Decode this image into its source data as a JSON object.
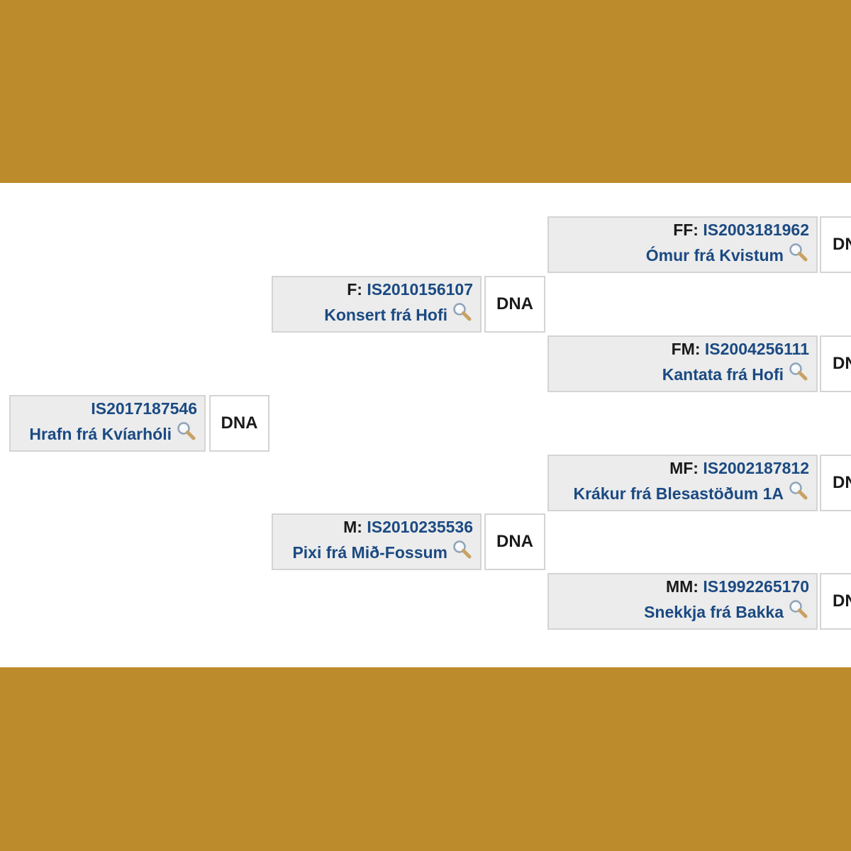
{
  "colors": {
    "frame": "#bc8b2b",
    "link": "#1b4a82",
    "card_bg": "#ececec",
    "card_border": "#d4d4d4"
  },
  "icons": {
    "lookup": "magnifier-icon"
  },
  "subject": {
    "reg": "IS2017187546",
    "name": "Hrafn frá Kvíarhóli",
    "dna": "DNA"
  },
  "sire": {
    "rel": "F:",
    "reg": "IS2010156107",
    "name": "Konsert frá Hofi",
    "dna": "DNA"
  },
  "dam": {
    "rel": "M:",
    "reg": "IS2010235536",
    "name": "Pixi frá Mið-Fossum",
    "dna": "DNA"
  },
  "ff": {
    "rel": "FF:",
    "reg": "IS2003181962",
    "name": "Ómur frá Kvistum",
    "dna": "DN"
  },
  "fm": {
    "rel": "FM:",
    "reg": "IS2004256111",
    "name": "Kantata frá Hofi",
    "dna": "DN"
  },
  "mf": {
    "rel": "MF:",
    "reg": "IS2002187812",
    "name": "Krákur frá Blesastöðum 1A",
    "dna": "DN"
  },
  "mm": {
    "rel": "MM:",
    "reg": "IS1992265170",
    "name": "Snekkja frá Bakka",
    "dna": "DN"
  }
}
